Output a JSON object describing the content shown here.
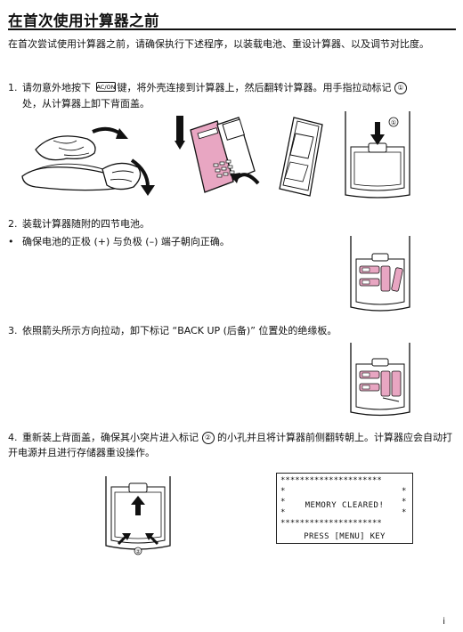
{
  "page": {
    "title": "在首次使用计算器之前",
    "intro": "在首次尝试使用计算器之前，请确保执行下述程序，以装载电池、重设计算器、以及调节对比度。",
    "page_number": "i"
  },
  "steps": [
    {
      "number": "1.",
      "text_a": "请勿意外地按下",
      "key_label": "AC/ON",
      "text_b": "键，将外壳连接到计算器上，然后翻转计算器。用手指拉动标记",
      "mark": "①",
      "text_c": "处，从计算器上卸下背面盖。"
    },
    {
      "number": "2.",
      "text": "装载计算器随附的四节电池。",
      "bullet": "•",
      "bullet_text": "确保电池的正极 (+) 与负极 (–) 端子朝向正确。"
    },
    {
      "number": "3.",
      "text": "依照箭头所示方向拉动，卸下标记 “BACK UP (后备)” 位置处的绝缘板。"
    },
    {
      "number": "4.",
      "text_a": "重新装上背面盖，确保其小突片进入标记",
      "mark": "②",
      "text_b": "的小孔并且将计算器前侧翻转朝上。计算器应会自动打开电源并且进行存储器重设操作。"
    }
  ],
  "figures": {
    "step1_mark": "①",
    "step4_mark": "②"
  },
  "lcd": {
    "message": "MEMORY CLEARED!",
    "footer": "PRESS [MENU] KEY"
  },
  "colors": {
    "pink": "#e8a6c2",
    "ink": "#111111"
  }
}
